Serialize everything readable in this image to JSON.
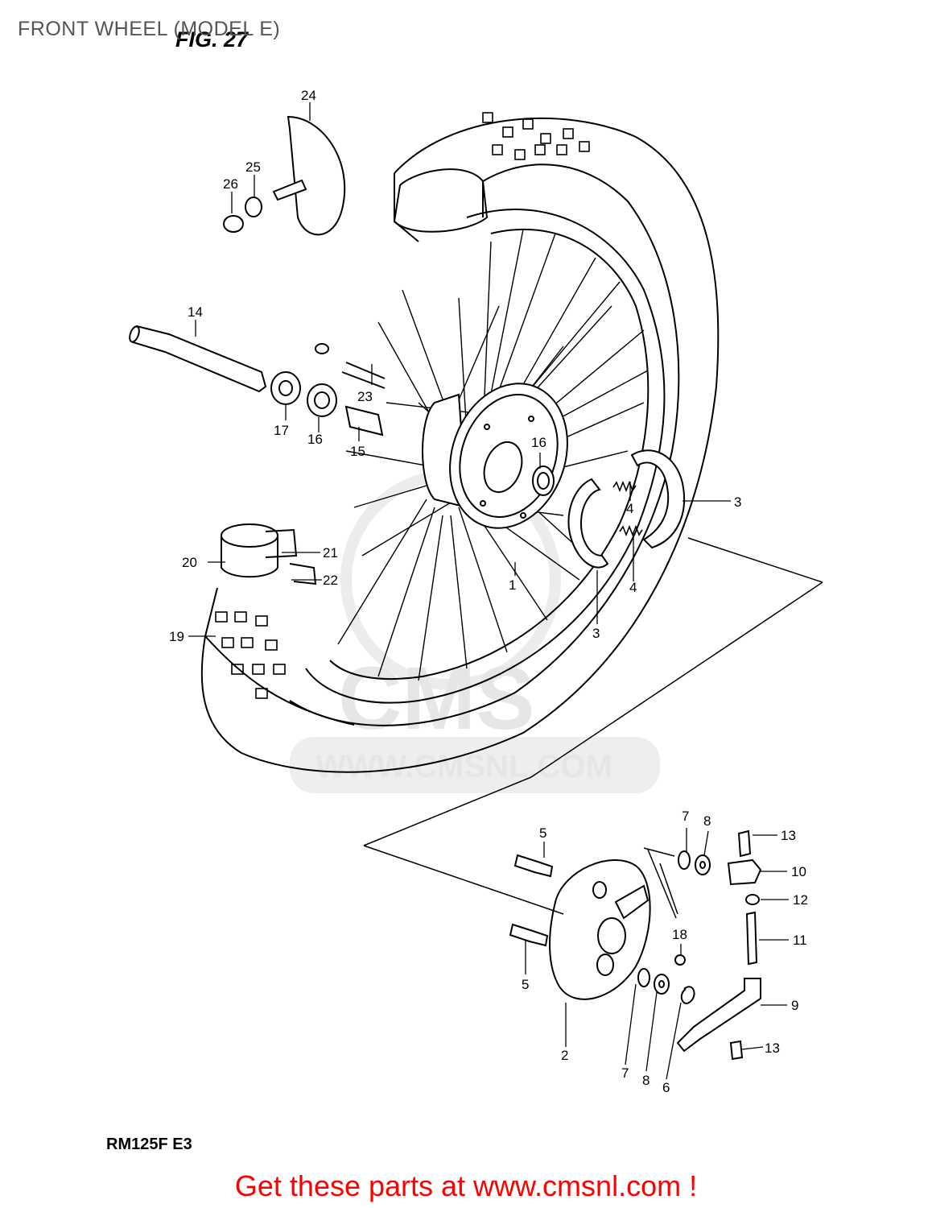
{
  "header": {
    "title": "FRONT WHEEL (MODEL E)",
    "figure": "FIG. 27"
  },
  "watermark": {
    "brand": "CMS",
    "url": "WWW.CMSNL.COM"
  },
  "model_code": "RM125F E3",
  "footer": {
    "cta": "Get these parts at www.cmsnl.com !"
  },
  "callouts": {
    "c1": "1",
    "c2": "2",
    "c3a": "3",
    "c3b": "3",
    "c4a": "4",
    "c4b": "4",
    "c5a": "5",
    "c5b": "5",
    "c6": "6",
    "c7a": "7",
    "c7b": "7",
    "c8a": "8",
    "c8b": "8",
    "c9": "9",
    "c10": "10",
    "c11": "11",
    "c12": "12",
    "c13a": "13",
    "c13b": "13",
    "c14": "14",
    "c15": "15",
    "c16a": "16",
    "c16b": "16",
    "c17": "17",
    "c18": "18",
    "c19": "19",
    "c20": "20",
    "c21": "21",
    "c22": "22",
    "c23": "23",
    "c24": "24",
    "c25": "25",
    "c26": "26"
  },
  "colors": {
    "line": "#000000",
    "cta": "#ff0000",
    "title": "#555555",
    "watermark": "#e6e6e6"
  }
}
